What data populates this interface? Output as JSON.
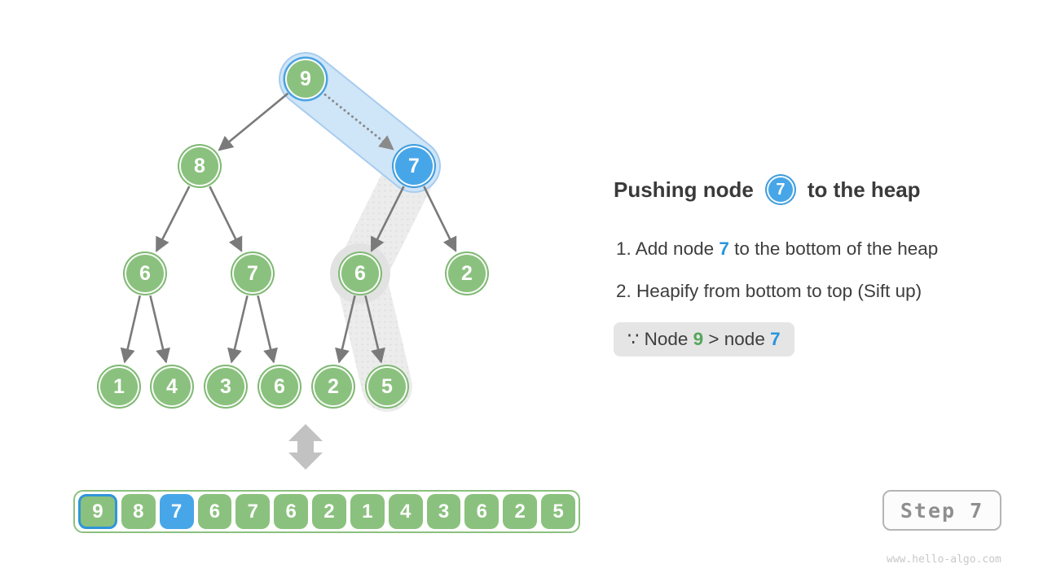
{
  "figure": {
    "watermark": "www.hello-algo.com",
    "step_label": "Step 7"
  },
  "panel": {
    "title_prefix": "Pushing node",
    "title_badge": "7",
    "title_suffix": "to the heap",
    "step1_pre": "1. Add node ",
    "step1_hl": "7",
    "step1_post": " to the bottom of the heap",
    "step2": "2. Heapify from bottom to top (Sift up)",
    "note_sym": "∵",
    "note_pre": " Node ",
    "note_green": "9",
    "note_mid": " > node ",
    "note_blue": "7"
  },
  "tree": {
    "nodes": [
      {
        "value": "9",
        "variant": "root-blue-ring"
      },
      {
        "value": "8",
        "variant": "green"
      },
      {
        "value": "7",
        "variant": "blue"
      },
      {
        "value": "6",
        "variant": "green"
      },
      {
        "value": "7",
        "variant": "green"
      },
      {
        "value": "6",
        "variant": "green-gray-halo"
      },
      {
        "value": "2",
        "variant": "green"
      },
      {
        "value": "1",
        "variant": "green"
      },
      {
        "value": "4",
        "variant": "green"
      },
      {
        "value": "3",
        "variant": "green"
      },
      {
        "value": "6",
        "variant": "green"
      },
      {
        "value": "2",
        "variant": "green"
      },
      {
        "value": "5",
        "variant": "green"
      }
    ],
    "edges": [
      [
        0,
        1
      ],
      [
        1,
        3
      ],
      [
        1,
        4
      ],
      [
        2,
        5
      ],
      [
        2,
        6
      ],
      [
        3,
        7
      ],
      [
        3,
        8
      ],
      [
        4,
        9
      ],
      [
        4,
        10
      ],
      [
        5,
        11
      ],
      [
        5,
        12
      ]
    ],
    "dotted_move_arrow": [
      0,
      2
    ],
    "blue_highlight_capsule": [
      0,
      2
    ],
    "gray_highlight_path": [
      2,
      5,
      12
    ],
    "gray_halo_node": 5
  },
  "array": {
    "values": [
      "9",
      "8",
      "7",
      "6",
      "7",
      "6",
      "2",
      "1",
      "4",
      "3",
      "6",
      "2",
      "5"
    ],
    "variants": {
      "0": "blue-border",
      "2": "blue-fill"
    }
  },
  "colors": {
    "node_green": "#8BC17E",
    "node_green_ring": "#7FB973",
    "node_blue": "#47A6E8",
    "ring_blue": "#3E9BDC",
    "text_dark": "#3A3A3A",
    "text_blue": "#2795DB",
    "text_green": "#53A55A",
    "capsule_blue_fill": "#CFE5F8",
    "capsule_blue_border": "#A8CCEE",
    "capsule_gray": "#ECECEC",
    "halo_gray": "#E2E2E2",
    "edge_gray": "#7A7A7A",
    "note_bg": "#E5E5E5",
    "swap_arrow_gray": "#C2C2C2"
  }
}
